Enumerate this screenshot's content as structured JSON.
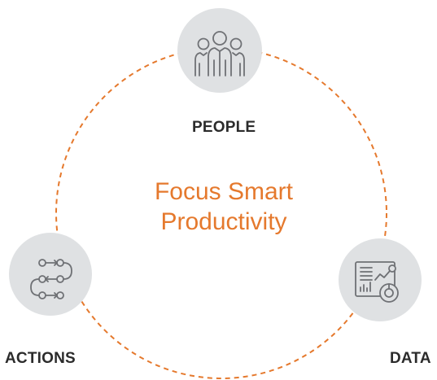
{
  "colors": {
    "accent": "#e5792d",
    "node_fill": "#dfe1e3",
    "icon_stroke": "#6f7175",
    "label_text": "#2b2b2b"
  },
  "center": {
    "line1": "Focus Smart",
    "line2": "Productivity"
  },
  "nodes": {
    "people": {
      "label": "PEOPLE",
      "icon": "people-icon"
    },
    "actions": {
      "label": "ACTIONS",
      "icon": "workflow-icon"
    },
    "data": {
      "label": "DATA",
      "icon": "analytics-dashboard-icon"
    }
  }
}
